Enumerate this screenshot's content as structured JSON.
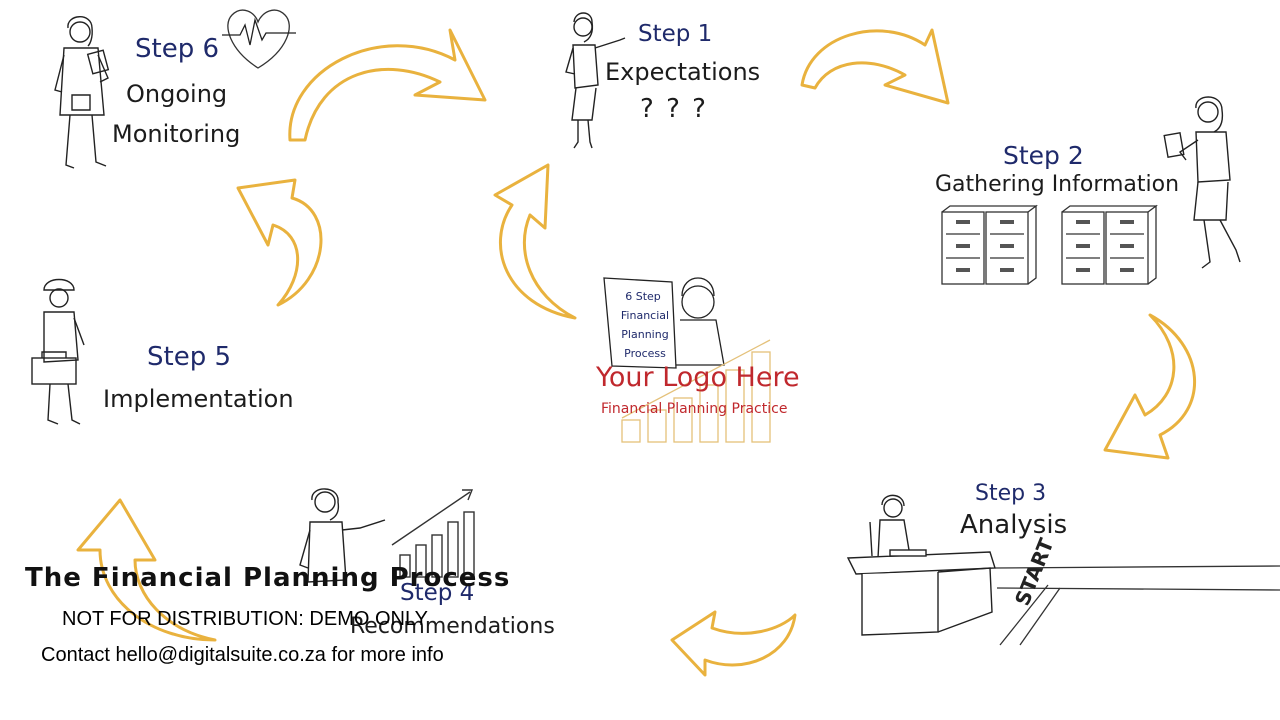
{
  "steps": [
    {
      "num": "Step 1",
      "label": "Expectations",
      "extra": "? ? ?"
    },
    {
      "num": "Step 2",
      "label": "Gathering Information"
    },
    {
      "num": "Step 3",
      "label": "Analysis"
    },
    {
      "num": "Step 4",
      "label": "Recommendations"
    },
    {
      "num": "Step 5",
      "label": "Implementation"
    },
    {
      "num": "Step 6",
      "label": "Ongoing",
      "label2": "Monitoring"
    }
  ],
  "center": {
    "sign": [
      "6 Step",
      "Financial",
      "Planning",
      "Process"
    ],
    "logo": "Your Logo Here",
    "practice": "Financial Planning Practice"
  },
  "start_label": "START",
  "caption": {
    "title": "The Financial Planning Process",
    "notice": "NOT FOR DISTRIBUTION: DEMO ONLY",
    "contact": "Contact hello@digitalsuite.co.za for more info"
  },
  "colors": {
    "arrow": "#e9b23e",
    "step_number": "#1f2a6b",
    "logo": "#c0282d"
  }
}
